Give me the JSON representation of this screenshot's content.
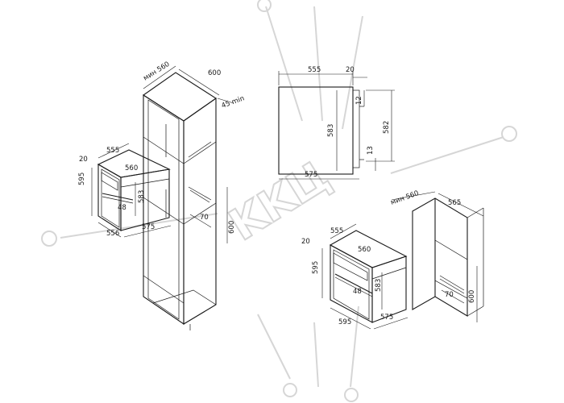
{
  "watermark": {
    "brand": "KKЦ"
  },
  "tall_cabinet": {
    "width_min": "мин 560",
    "depth": "600",
    "top_gap": "45 min",
    "niche_width": "600",
    "niche_depth": "70"
  },
  "oven_left": {
    "front_depth": "20",
    "width": "555",
    "inner_width": "560",
    "height": "595",
    "inner_height": "583",
    "panel": "48",
    "bottom_width": "556",
    "depth": "575"
  },
  "side_view": {
    "width": "555",
    "door": "20",
    "top_offset": "12",
    "height": "583",
    "total_height": "582",
    "bottom_offset": "13",
    "bottom_width": "575"
  },
  "oven_right": {
    "front_depth": "20",
    "width": "555",
    "inner_width": "560",
    "height": "595",
    "inner_height": "583",
    "panel": "48",
    "bottom_width": "595",
    "depth": "575"
  },
  "under_counter": {
    "width_min": "мин 560",
    "depth": "565",
    "niche_depth": "70",
    "height": "600"
  }
}
